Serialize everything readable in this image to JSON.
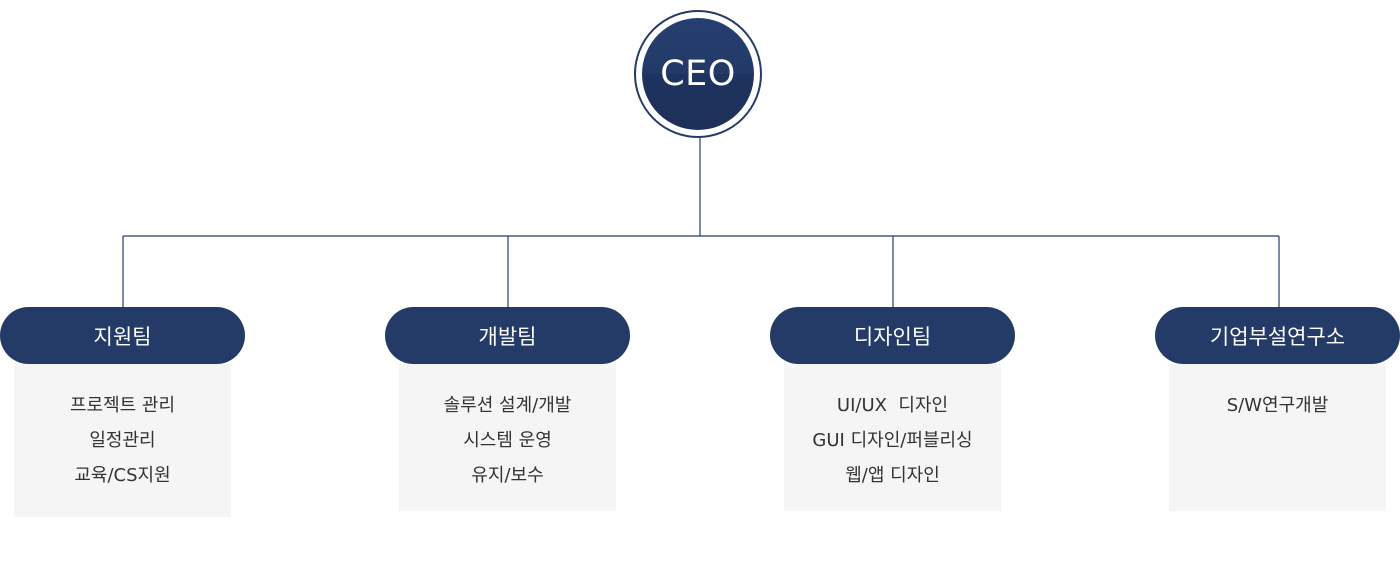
{
  "ceo": {
    "label": "CEO"
  },
  "departments": [
    {
      "name": "지원팀",
      "tasks": [
        "프로젝트 관리",
        "일정관리",
        "교육/CS지원"
      ]
    },
    {
      "name": "개발팀",
      "tasks": [
        "솔루션 설계/개발",
        "시스템 운영",
        "유지/보수"
      ]
    },
    {
      "name": "디자인팀",
      "tasks": [
        "UI/UX  디자인",
        "GUI 디자인/퍼블리싱",
        "웹/앱 디자인"
      ]
    },
    {
      "name": "기업부설연구소",
      "tasks": [
        "S/W연구개발"
      ]
    }
  ],
  "colors": {
    "navy": "#243a67",
    "box_background": "#f5f5f5",
    "text": "#333333"
  }
}
